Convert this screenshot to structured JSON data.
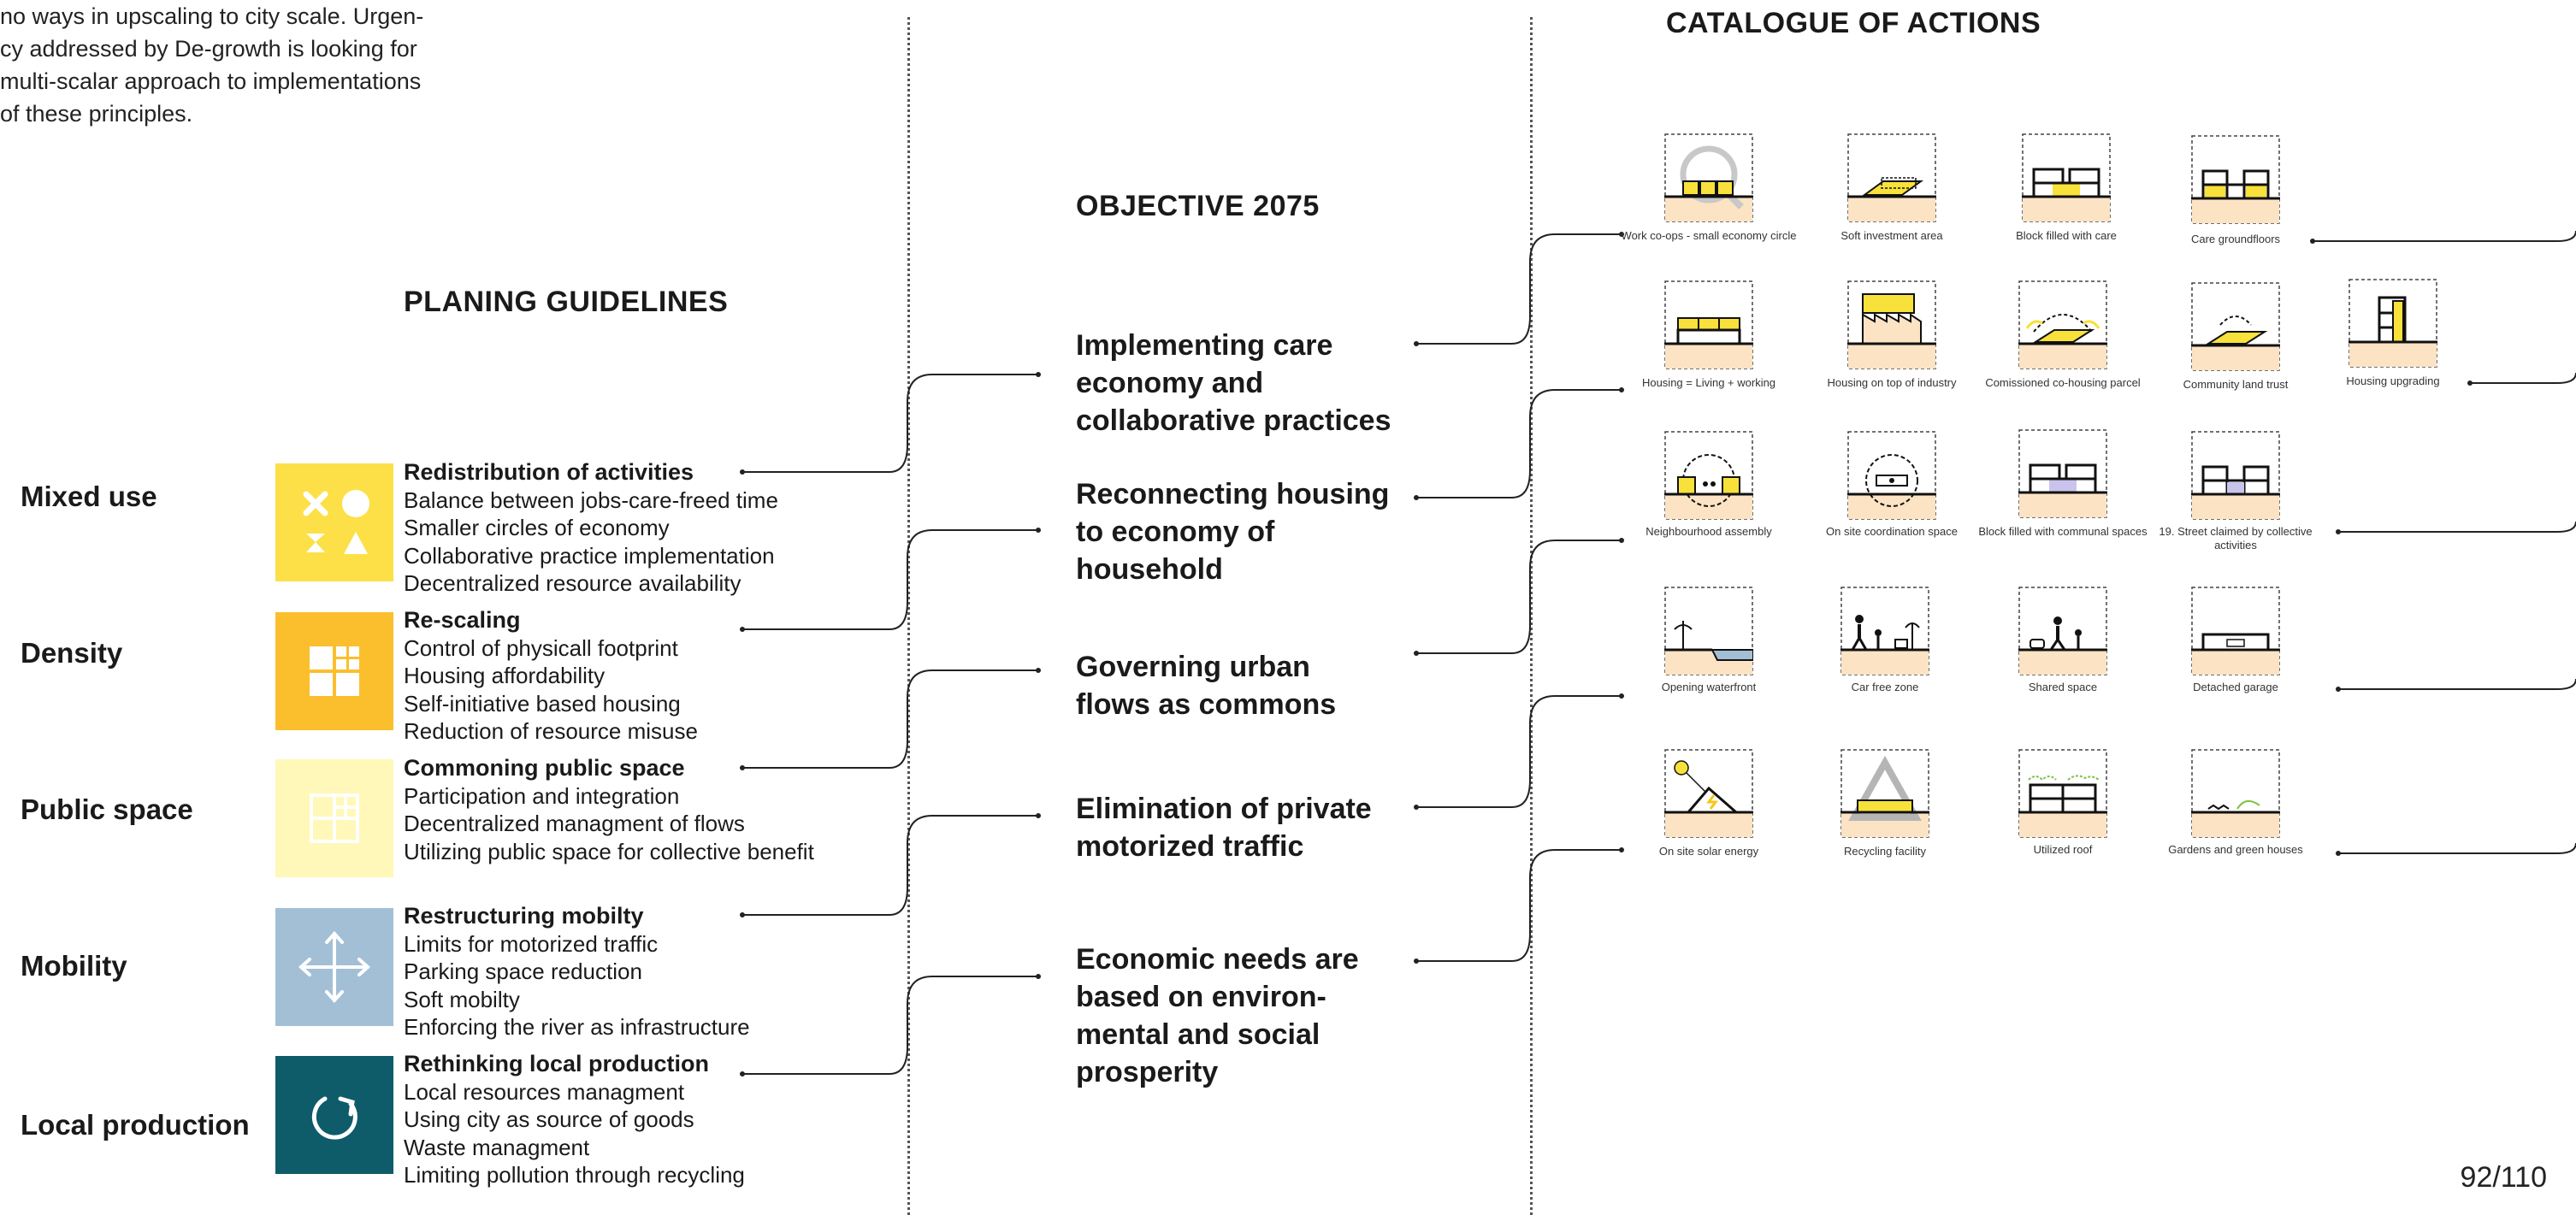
{
  "intro_lines": [
    "no ways in upscaling to city scale. Urgen-",
    "cy addressed by De-growth is looking for",
    "multi-scalar approach to implementations",
    "of these principles."
  ],
  "headings": {
    "planning_guidelines": "PLANING GUIDELINES",
    "objective": "OBJECTIVE 2075",
    "catalogue": "CATALOGUE OF ACTIONS"
  },
  "categories": [
    "Mixed use",
    "Density",
    "Public space",
    "Mobility",
    "Local production"
  ],
  "guidelines": [
    {
      "title": "Redistribution of activities",
      "items": [
        "Balance between jobs-care-freed time",
        "Smaller circles of economy",
        "Collaborative practice implementation",
        "Decentralized resource availability"
      ]
    },
    {
      "title": "Re-scaling",
      "items": [
        "Control of physicall footprint",
        "Housing affordability",
        "Self-initiative based housing",
        "Reduction of resource misuse"
      ]
    },
    {
      "title": "Commoning public space",
      "items": [
        "Participation and integration",
        "Decentralized managment of flows",
        "Utilizing public space for collective benefit"
      ]
    },
    {
      "title": "Restructuring mobilty",
      "items": [
        "Limits for motorized traffic",
        "Parking space reduction",
        "Soft mobilty",
        "Enforcing the river as infrastructure"
      ]
    },
    {
      "title": "Rethinking local production",
      "items": [
        "Local resources managment",
        "Using city as source of goods",
        "Waste managment",
        "Limiting pollution through recycling"
      ]
    }
  ],
  "objectives": [
    [
      "Implementing care",
      "economy and",
      "collaborative practices"
    ],
    [
      "Reconnecting housing",
      "to economy of",
      "household"
    ],
    [
      "Governing urban",
      "flows as commons"
    ],
    [
      "Elimination of private",
      "motorized traffic"
    ],
    [
      "Economic needs are",
      "based on environ-",
      "mental and social",
      "prosperity"
    ]
  ],
  "catalogue": [
    [
      {
        "caption": "Work co-ops - small economy circle",
        "icon": "coop-circle-icon"
      },
      {
        "caption": "Soft investment area",
        "icon": "soft-investment-icon"
      },
      {
        "caption": "Block filled with care",
        "icon": "block-care-icon"
      },
      {
        "caption": "Care groundfloors",
        "icon": "care-groundfloor-icon"
      }
    ],
    [
      {
        "caption": "Housing = Living + working",
        "icon": "live-work-housing-icon"
      },
      {
        "caption": "Housing on top of industry",
        "icon": "housing-industry-icon"
      },
      {
        "caption": "Comissioned co-housing parcel",
        "icon": "cohousing-parcel-icon"
      },
      {
        "caption": "Community land trust",
        "icon": "land-trust-icon"
      },
      {
        "caption": "Housing upgrading",
        "icon": "housing-upgrade-icon"
      }
    ],
    [
      {
        "caption": "Neighbourhood assembly",
        "icon": "assembly-icon"
      },
      {
        "caption": "On site coordination space",
        "icon": "coordination-icon"
      },
      {
        "caption": "Block filled with communal spaces",
        "icon": "communal-block-icon"
      },
      {
        "caption": "19. Street claimed by collective activities",
        "icon": "street-collective-icon"
      }
    ],
    [
      {
        "caption": "Opening waterfront",
        "icon": "waterfront-icon"
      },
      {
        "caption": "Car free zone",
        "icon": "car-free-icon"
      },
      {
        "caption": "Shared space",
        "icon": "shared-space-icon"
      },
      {
        "caption": "Detached garage",
        "icon": "garage-icon"
      }
    ],
    [
      {
        "caption": "On site solar energy",
        "icon": "solar-icon"
      },
      {
        "caption": "Recycling facility",
        "icon": "recycling-icon"
      },
      {
        "caption": "Utilized roof",
        "icon": "roof-icon"
      },
      {
        "caption": "Gardens and green houses",
        "icon": "greenhouse-icon"
      }
    ]
  ],
  "page_number": "92/110",
  "colors": {
    "mixed_use": "#fde047",
    "density": "#fbbf2d",
    "public_space": "#fff8b8",
    "mobility": "#a3bfd6",
    "local_production": "#0e5b6a",
    "ground": "#fbe3c4",
    "accent_yellow": "#f8e13a"
  }
}
